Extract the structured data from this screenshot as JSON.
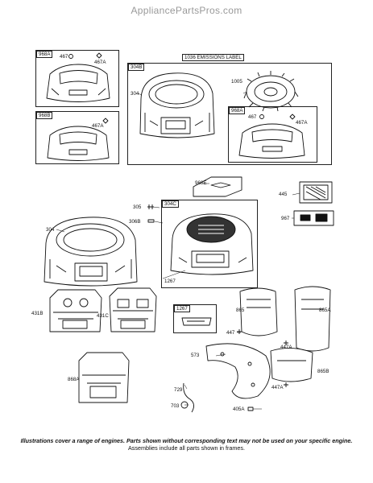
{
  "header": {
    "site": "AppliancePartsPros.com"
  },
  "frame_labels": {
    "f968a_top": "968A",
    "f968b": "968B",
    "f304b": "304B",
    "f968a_inner": "968A",
    "f304c": "304C",
    "f1267": "1267"
  },
  "emissions_label": "1036 EMISSIONS LABEL",
  "part_labels": {
    "p467_top": "467",
    "p467a_top": "467A",
    "p467a_968b": "467A",
    "p304_b": "304",
    "p1005": "1005",
    "p467_inner": "467",
    "p467a_inner": "467A",
    "p968e": "968E",
    "p445": "445",
    "p967": "967",
    "p305": "305",
    "p306b": "306B",
    "p304_main": "304",
    "p1267_c": "1267",
    "p431b": "431B",
    "p431c": "431C",
    "p865": "865",
    "p865a": "865A",
    "p447": "447",
    "p447a_1": "447A",
    "p573": "573",
    "p865b": "865B",
    "p447a_2": "447A",
    "p868a": "868A",
    "p729": "729",
    "p703": "703",
    "p405a": "405A"
  },
  "captions": {
    "line1": "Illustrations cover a range of engines. Parts shown without corresponding text may not be used on your specific engine.",
    "line2": "Assemblies include all parts shown in frames."
  }
}
